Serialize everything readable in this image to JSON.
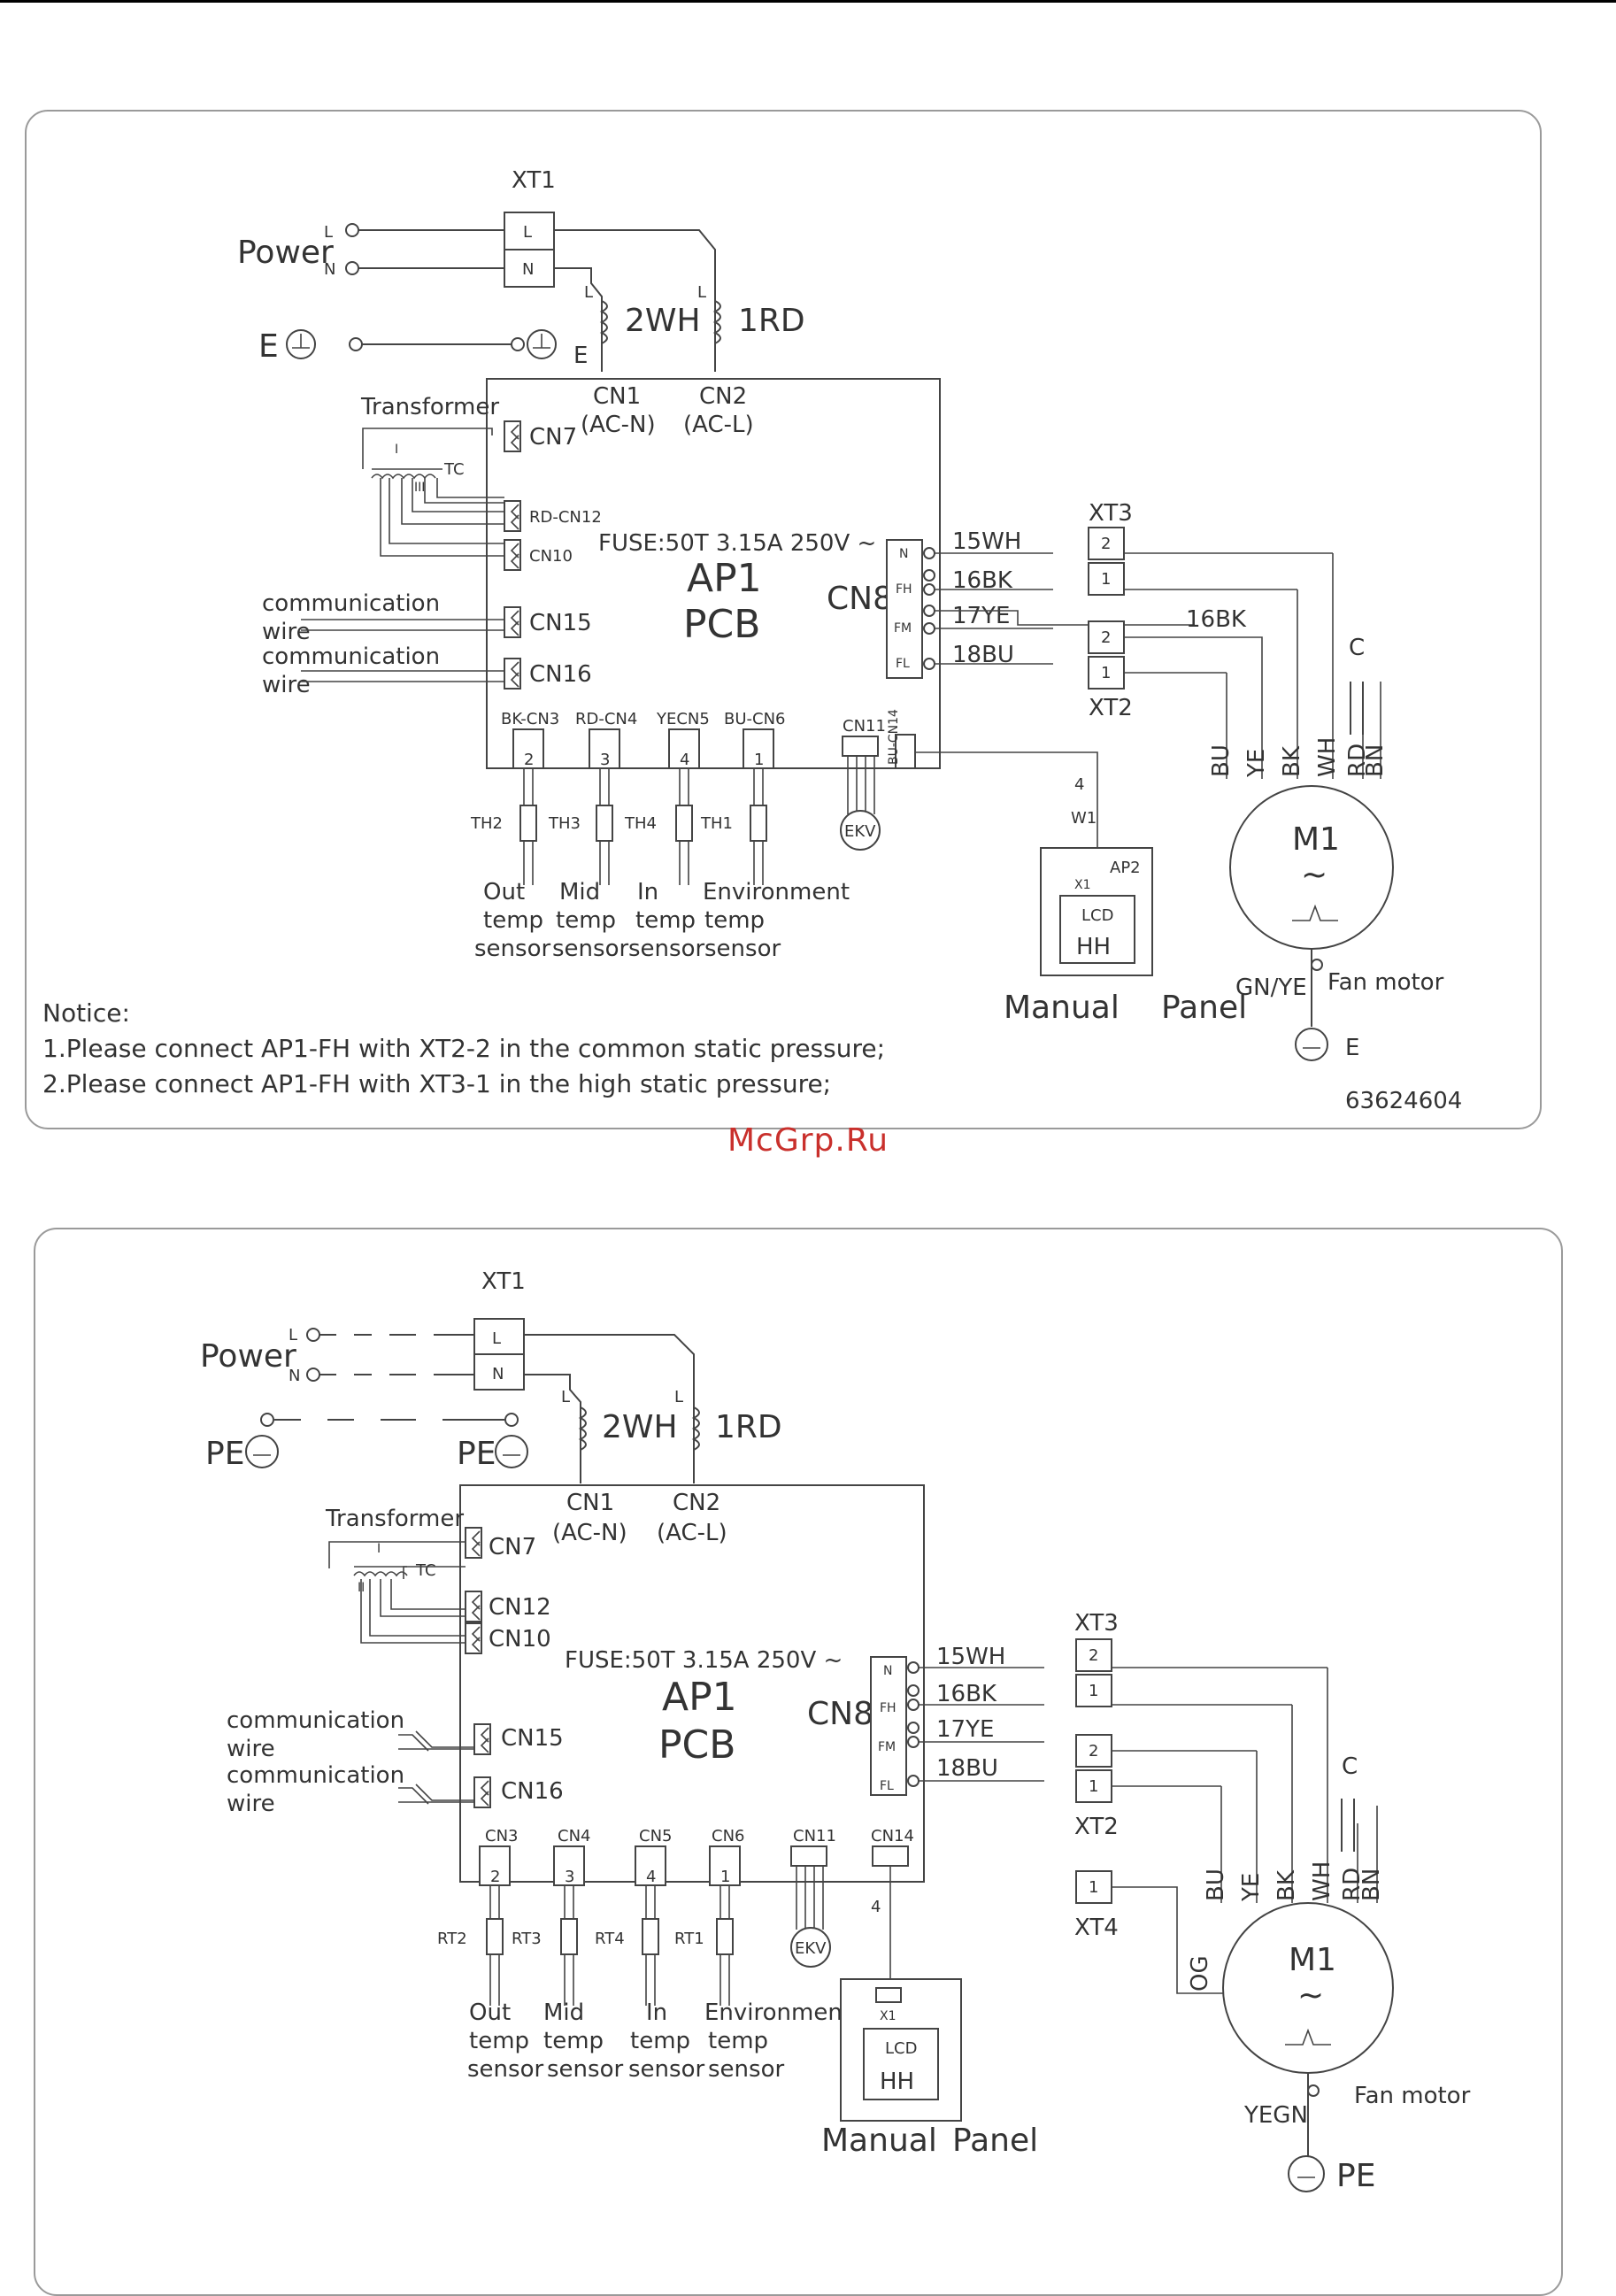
{
  "watermark": "McGrp.Ru",
  "diagram1": {
    "xt1": "XT1",
    "power": "Power",
    "L": "L",
    "N": "N",
    "E": "E",
    "wire_2wh": "2WH",
    "wire_1rd": "1RD",
    "transformer": "Transformer",
    "tc": "TC",
    "trans_I": "I",
    "trans_III": "III",
    "cn1": "CN1",
    "cn1_sub": "(AC-N)",
    "cn2": "CN2",
    "cn2_sub": "(AC-L)",
    "cn7": "CN7",
    "cn12": "RD-CN12",
    "cn10": "CN10",
    "cn15": "CN15",
    "cn16": "CN16",
    "comm_wire_1a": "communication",
    "comm_wire_1b": "wire",
    "comm_wire_2a": "communication",
    "comm_wire_2b": "wire",
    "fuse": "FUSE:50T  3.15A  250V ~",
    "ap1": "AP1",
    "pcb": "PCB",
    "cn8": "CN8",
    "cn8_pins": [
      "N",
      "FH",
      "FM",
      "FL"
    ],
    "wire_15wh": "15WH",
    "wire_16bk": "16BK",
    "wire_17ye": "17YE",
    "wire_18bu": "18BU",
    "wire_16bk_b": "16BK",
    "xt3": "XT3",
    "xt2": "XT2",
    "xt3_pins": [
      "2",
      "1"
    ],
    "xt2_pins": [
      "2",
      "1"
    ],
    "cap": "C",
    "motor_wires": [
      "BU",
      "YE",
      "BK",
      "WH",
      "RD",
      "BN"
    ],
    "m1": "M1",
    "tilde": "~",
    "sensor_conn": [
      "BK-CN3",
      "RD-CN4",
      "YECN5",
      "BU-CN6"
    ],
    "sensor_pins": [
      "2",
      "3",
      "4",
      "1"
    ],
    "cn11": "CN11",
    "cn14": "BU-CN14",
    "sensors": [
      "TH2",
      "TH3",
      "TH4",
      "TH1"
    ],
    "ekv": "EKV",
    "wire_4": "4",
    "w1": "W1",
    "ap2": "AP2",
    "x1": "X1",
    "lcd": "LCD",
    "hh": "HH",
    "manual": "Manual",
    "panel": "Panel",
    "gn_ye": "GN/YE",
    "fan_motor": "Fan motor",
    "sensor_desc_1": [
      "Out",
      "temp",
      "sensor"
    ],
    "sensor_desc_2": [
      "Mid",
      "temp",
      "sensor"
    ],
    "sensor_desc_3": [
      "In",
      "temp",
      "sensor"
    ],
    "sensor_desc_4": [
      "Environment",
      "temp",
      "sensor"
    ],
    "notice_title": "Notice:",
    "notice_1": "1.Please  connect  AP1-FH  with  XT2-2  in  the  common  static  pressure;",
    "notice_2": "2.Please  connect  AP1-FH  with  XT3-1  in  the  high  static  pressure;",
    "code": "63624604"
  },
  "diagram2": {
    "xt1": "XT1",
    "power": "Power",
    "L": "L",
    "N": "N",
    "pe": "PE",
    "wire_2wh": "2WH",
    "wire_1rd": "1RD",
    "transformer": "Transformer",
    "tc": "TC",
    "trans_I": "I",
    "trans_II": "II",
    "cn1": "CN1",
    "cn1_sub": "(AC-N)",
    "cn2": "CN2",
    "cn2_sub": "(AC-L)",
    "cn7": "CN7",
    "cn12": "CN12",
    "cn10": "CN10",
    "cn15": "CN15",
    "cn16": "CN16",
    "comm_wire_1a": "communication",
    "comm_wire_1b": "wire",
    "comm_wire_2a": "communication",
    "comm_wire_2b": "wire",
    "fuse": "FUSE:50T  3.15A  250V ~",
    "ap1": "AP1",
    "pcb": "PCB",
    "cn8": "CN8",
    "cn8_pins": [
      "N",
      "FH",
      "FM",
      "FL"
    ],
    "wire_15wh": "15WH",
    "wire_16bk": "16BK",
    "wire_17ye": "17YE",
    "wire_18bu": "18BU",
    "xt3": "XT3",
    "xt2": "XT2",
    "xt4": "XT4",
    "xt3_pins": [
      "2",
      "1"
    ],
    "xt2_pins": [
      "2",
      "1"
    ],
    "xt4_pin": "1",
    "cap": "C",
    "motor_wires": [
      "BU",
      "YE",
      "BK",
      "WH",
      "RD",
      "BN"
    ],
    "og": "OG",
    "m1": "M1",
    "tilde": "~",
    "sensor_conn": [
      "CN3",
      "CN4",
      "CN5",
      "CN6"
    ],
    "sensor_pins": [
      "2",
      "3",
      "4",
      "1"
    ],
    "cn11": "CN11",
    "cn14": "CN14",
    "sensors": [
      "RT2",
      "RT3",
      "RT4",
      "RT1"
    ],
    "ekv": "EKV",
    "wire_4": "4",
    "x1": "X1",
    "lcd": "LCD",
    "hh": "HH",
    "manual": "Manual",
    "panel": "Panel",
    "yegn": "YEGN",
    "fan_motor": "Fan motor",
    "sensor_desc_1": [
      "Out",
      "temp",
      "sensor"
    ],
    "sensor_desc_2": [
      "Mid",
      "temp",
      "sensor"
    ],
    "sensor_desc_3": [
      "In",
      "temp",
      "sensor"
    ],
    "sensor_desc_4": [
      "Environment",
      "temp",
      "sensor"
    ]
  }
}
